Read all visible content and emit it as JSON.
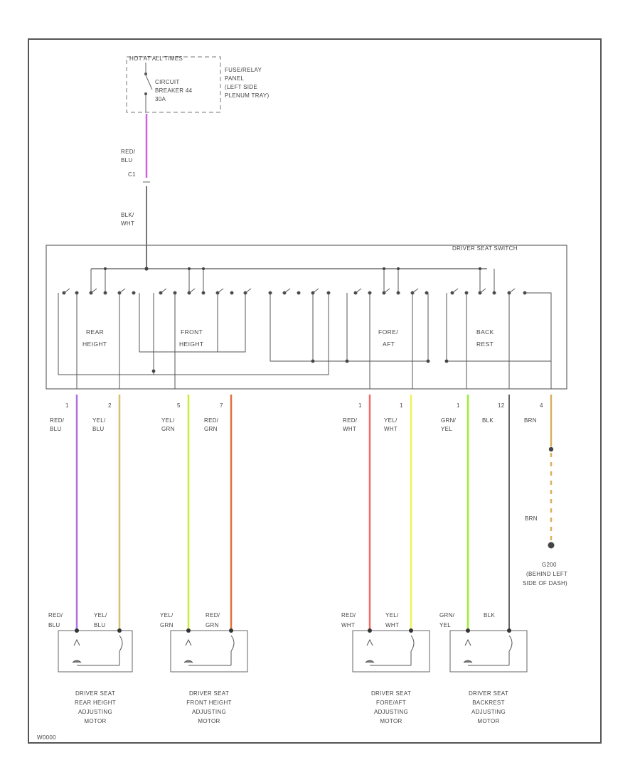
{
  "power": {
    "hot_label": "HOT AT ALL TIMES",
    "breaker_line1": "CIRCUIT",
    "breaker_line2": "BREAKER 44",
    "breaker_line3": "30A",
    "panel_line1": "FUSE/RELAY",
    "panel_line2": "PANEL",
    "panel_line3": "(LEFT SIDE",
    "panel_line4": "PLENUM TRAY)"
  },
  "feed_wire": {
    "upper_color_line1": "RED/",
    "upper_color_line2": "BLU",
    "upper_hex": "#cc66dd",
    "lower_color_line1": "BLK/",
    "lower_color_line2": "WHT",
    "lower_hex": "#666666"
  },
  "switch": {
    "title": "DRIVER SEAT SWITCH",
    "blocks": [
      {
        "line1": "REAR",
        "line2": "HEIGHT"
      },
      {
        "line1": "FRONT",
        "line2": "HEIGHT"
      },
      {
        "line1": "FORE/",
        "line2": "AFT"
      },
      {
        "line1": "BACK",
        "line2": "REST"
      }
    ]
  },
  "wires": [
    {
      "pin": "1",
      "color1": "RED/",
      "color2": "BLU",
      "hex": "#b070e0"
    },
    {
      "pin": "2",
      "color1": "YEL/",
      "color2": "BLU",
      "hex": "#d8c070"
    },
    {
      "pin": "5",
      "color1": "YEL/",
      "color2": "GRN",
      "hex": "#c8ee30"
    },
    {
      "pin": "7",
      "color1": "RED/",
      "color2": "GRN",
      "hex": "#e07040"
    },
    {
      "pin": "1",
      "color1": "RED/",
      "color2": "WHT",
      "hex": "#f06a6a"
    },
    {
      "pin": "1",
      "color1": "YEL/",
      "color2": "WHT",
      "hex": "#f0f060"
    },
    {
      "pin": "1",
      "color1": "GRN/",
      "color2": "YEL",
      "hex": "#99ee33"
    },
    {
      "pin": "12",
      "color1": "BLK",
      "color2": "",
      "hex": "#555555"
    },
    {
      "pin": "4",
      "color1": "BRN",
      "color2": "",
      "hex": "#d9b060"
    }
  ],
  "ground": {
    "wire_label": "BRN",
    "id": "G200",
    "loc1": "(BEHIND LEFT",
    "loc2": "SIDE OF DASH)"
  },
  "motors": [
    {
      "w1a": "RED/",
      "w1b": "BLU",
      "w2a": "YEL/",
      "w2b": "BLU",
      "name1": "DRIVER SEAT",
      "name2": "REAR HEIGHT",
      "name3": "ADJUSTING",
      "name4": "MOTOR"
    },
    {
      "w1a": "YEL/",
      "w1b": "GRN",
      "w2a": "RED/",
      "w2b": "GRN",
      "name1": "DRIVER SEAT",
      "name2": "FRONT HEIGHT",
      "name3": "ADJUSTING",
      "name4": "MOTOR"
    },
    {
      "w1a": "RED/",
      "w1b": "WHT",
      "w2a": "YEL/",
      "w2b": "WHT",
      "name1": "DRIVER SEAT",
      "name2": "FORE/AFT",
      "name3": "ADJUSTING",
      "name4": "MOTOR"
    },
    {
      "w1a": "GRN/",
      "w1b": "YEL",
      "w2a": "BLK",
      "w2b": "",
      "name1": "DRIVER SEAT",
      "name2": "BACKREST",
      "name3": "ADJUSTING",
      "name4": "MOTOR"
    }
  ],
  "footer_code": "W0000"
}
